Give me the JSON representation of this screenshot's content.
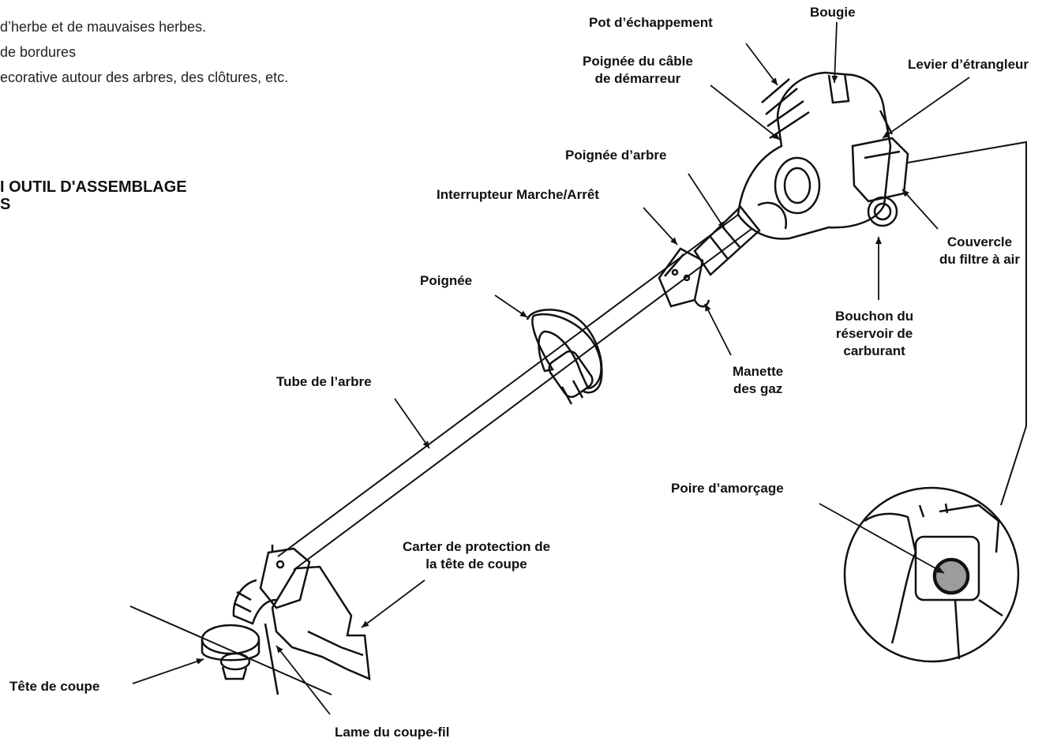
{
  "intro_lines": [
    "d’herbe et de mauvaises herbes.",
    "de bordures",
    "ecorative autour des arbres, des clôtures, etc."
  ],
  "section_heading": [
    "I OUTIL D'ASSEMBLAGE",
    "S"
  ],
  "labels": {
    "bougie": "Bougie",
    "pot_echappement": "Pot d’échappement",
    "poignee_cable": [
      "Poignée du câble",
      "de démarreur"
    ],
    "levier_etrangleur": "Levier d’étrangleur",
    "poignee_arbre": "Poignée d’arbre",
    "interrupteur": "Interrupteur Marche/Arrêt",
    "couvercle_filtre": [
      "Couvercle",
      "du filtre à air"
    ],
    "poignee": "Poignée",
    "bouchon_reservoir": [
      "Bouchon du",
      "réservoir de",
      "carburant"
    ],
    "manette_gaz": [
      "Manette",
      "des gaz"
    ],
    "tube_arbre": "Tube de l’arbre",
    "poire_amorcage": "Poire d’amorçage",
    "carter_protection": [
      "Carter de protection de",
      "la tête de coupe"
    ],
    "tete_coupe": "Tête de coupe",
    "lame_coupe_fil": "Lame du coupe-fil"
  }
}
